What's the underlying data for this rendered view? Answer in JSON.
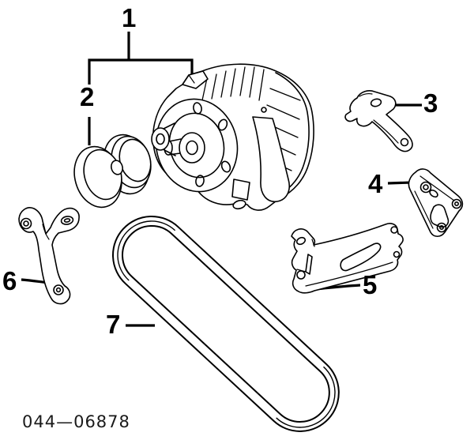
{
  "diagram": {
    "callouts": [
      {
        "number": "1"
      },
      {
        "number": "2"
      },
      {
        "number": "3"
      },
      {
        "number": "4"
      },
      {
        "number": "5"
      },
      {
        "number": "6"
      },
      {
        "number": "7"
      }
    ],
    "part_code": "044—06878",
    "colors": {
      "line": "#000000",
      "background": "#ffffff"
    }
  }
}
